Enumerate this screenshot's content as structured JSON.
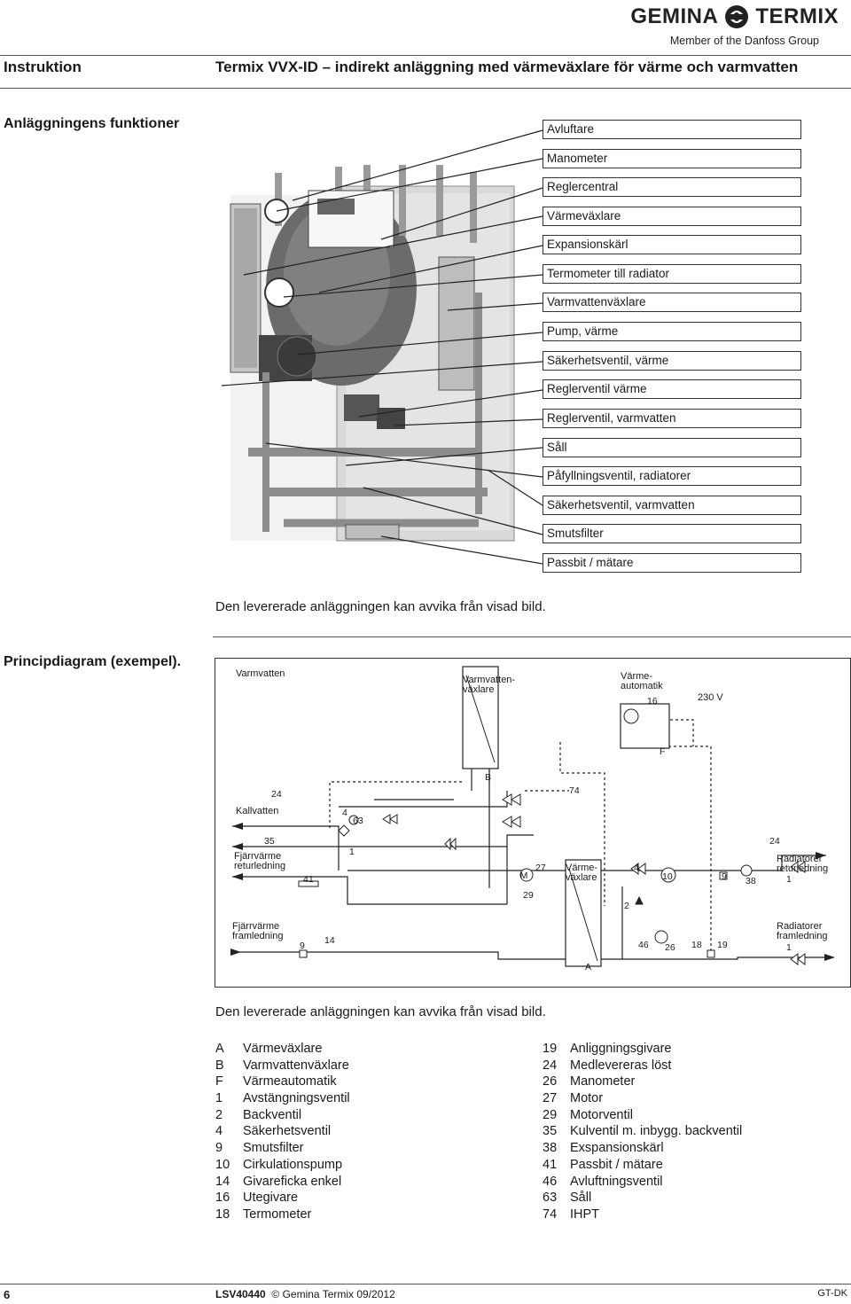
{
  "header": {
    "logo_left": "GEMINA",
    "logo_right": "TERMIX",
    "logo_sub": "Member of the Danfoss Group",
    "section": "Instruktion",
    "title": "Termix VVX-ID – indirekt anläggning med värmeväxlare för värme och varmvatten"
  },
  "functions": {
    "heading": "Anläggningens funktioner",
    "labels": [
      "Avluftare",
      "Manometer",
      "Reglercentral",
      "Värmeväxlare",
      "Expansionskärl",
      "Termometer till radiator",
      "Varmvattenväxlare",
      "Pump, värme",
      "Säkerhetsventil, värme",
      "Reglerventil värme",
      "Reglerventil, varmvatten",
      "Såll",
      "Påfyllningsventil, radiatorer",
      "Säkerhetsventil, varmvatten",
      "Smutsfilter",
      "Passbit / mätare"
    ],
    "note": "Den levererade anläggningen kan avvika från visad bild."
  },
  "diagram": {
    "heading": "Principdiagram (exempel).",
    "labels": {
      "varmvatten": "Varmvatten",
      "vvx_1": "Varmvatten-",
      "vvx_2": "växlare",
      "automatik_1": "Värme-",
      "automatik_2": "automatik",
      "volt": "230 V",
      "kallvatten": "Kallvatten",
      "fjv_retur_1": "Fjärrvärme",
      "fjv_retur_2": "returledning",
      "varmevaxlare_1": "Värme-",
      "varmevaxlare_2": "växlare",
      "fjv_fram_1": "Fjärrvärme",
      "fjv_fram_2": "framledning",
      "rad_retur_1": "Radiatorer",
      "rad_retur_2": "returledning",
      "rad_fram_1": "Radiatorer",
      "rad_fram_2": "framledning",
      "motor": "M",
      "n16": "16",
      "nF": "F",
      "nB": "B",
      "n74": "74",
      "n24a": "24",
      "n4a": "4",
      "n63": "63",
      "n35": "35",
      "n1a": "1",
      "n41": "41",
      "n27": "27",
      "n29": "29",
      "n4b": "4",
      "n10": "10",
      "n9a": "9",
      "n38": "38",
      "n24b": "24",
      "n1b": "1",
      "n2": "2",
      "n9b": "9",
      "n14": "14",
      "n46": "46",
      "n26": "26",
      "n18": "18",
      "n19": "19",
      "n1c": "1",
      "nA": "A"
    },
    "note": "Den levererade anläggningen kan avvika från visad bild."
  },
  "legend": {
    "left": [
      {
        "key": "A",
        "text": "Värmeväxlare"
      },
      {
        "key": "B",
        "text": "Varmvattenväxlare"
      },
      {
        "key": "F",
        "text": "Värmeautomatik"
      },
      {
        "key": "1",
        "text": "Avstängningsventil"
      },
      {
        "key": "2",
        "text": "Backventil"
      },
      {
        "key": "4",
        "text": "Säkerhetsventil"
      },
      {
        "key": "9",
        "text": "Smutsfilter"
      },
      {
        "key": "10",
        "text": "Cirkulationspump"
      },
      {
        "key": "14",
        "text": "Givareficka enkel"
      },
      {
        "key": "16",
        "text": "Utegivare"
      },
      {
        "key": "18",
        "text": "Termometer"
      }
    ],
    "right": [
      {
        "key": "19",
        "text": "Anliggningsgivare"
      },
      {
        "key": "24",
        "text": "Medlevereras löst"
      },
      {
        "key": "26",
        "text": "Manometer"
      },
      {
        "key": "27",
        "text": "Motor"
      },
      {
        "key": "29",
        "text": "Motorventil"
      },
      {
        "key": "35",
        "text": "Kulventil m. inbygg. backventil"
      },
      {
        "key": "38",
        "text": "Exspansionskärl"
      },
      {
        "key": "41",
        "text": "Passbit / mätare"
      },
      {
        "key": "46",
        "text": "Avluftningsventil"
      },
      {
        "key": "63",
        "text": "Såll"
      },
      {
        "key": "74",
        "text": "IHPT"
      }
    ]
  },
  "footer": {
    "page": "6",
    "code": "LSV40440",
    "copyright": "© Gemina Termix 09/2012",
    "lang": "GT-DK"
  }
}
